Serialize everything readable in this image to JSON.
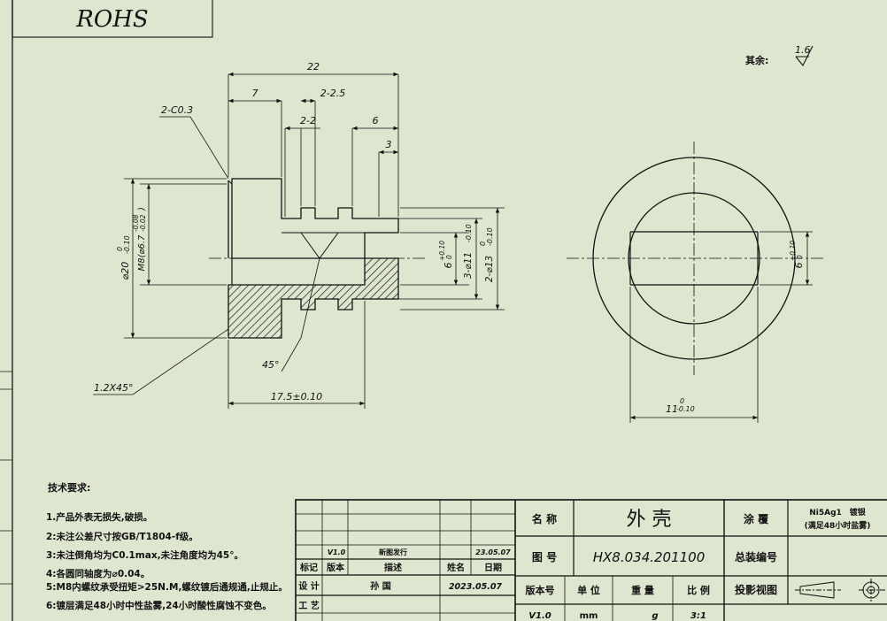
{
  "rohs": "ROHS",
  "surface_note": {
    "label": "其余:",
    "roughness": "1.6"
  },
  "dimensions": {
    "overall_length": "22",
    "seg_7": "7",
    "groove_2_2_5": "2-2.5",
    "groove_2_2": "2-2",
    "seg_6": "6",
    "seg_3": "3",
    "chamfer_c03": "2-C0.3",
    "dia_20": "⌀20",
    "dia_20_tol_upper": "0",
    "dia_20_tol_lower": "-0.10",
    "thread_m8": "M8(⌀6.7",
    "thread_m8_tol_upper": "-0.08",
    "thread_m8_tol_lower": "-0.02",
    "thread_m8_close": ")",
    "slot_6": "6",
    "slot_6_tol_upper": "+0.10",
    "slot_6_tol_lower": "0",
    "dia_11": "3-⌀11",
    "dia_11_tol": "-0.10",
    "dia_13": "2-⌀13",
    "dia_13_upper": "0",
    "dia_13_tol": "-0.10",
    "angle_45": "45°",
    "chamfer_12x45": "1.2X45°",
    "len_17_5": "17.5±0.10",
    "right_slot_6": "6",
    "right_slot_6_tol_upper": "+0.10",
    "right_slot_6_tol_lower": "0",
    "right_11": "11",
    "right_11_tol_upper": "0",
    "right_11_tol_lower": "-0.10"
  },
  "tech_requirements": {
    "title": "技术要求:",
    "items": [
      "1.产品外表无损失,破损。",
      "2:未注公差尺寸按GB/T1804-f级。",
      "3:未注倒角均为C0.1max,未注角度均为45°。",
      "4:各圆同轴度为⌀0.04。",
      "5:M8内螺纹承受扭矩>25N.M,螺纹镀后通规通,止规止。",
      "6:镀层满足48小时中性盐雾,24小时酸性腐蚀不变色。"
    ]
  },
  "title_block": {
    "revision_row": {
      "ver": "V1.0",
      "desc": "新图发行",
      "date": "23.05.07"
    },
    "rev_headers": [
      "标记",
      "版本",
      "描述",
      "姓名",
      "日期"
    ],
    "design_label": "设 计",
    "designer": "孙 国",
    "design_date": "2023.05.07",
    "process_label": "工 艺",
    "name_label": "名 称",
    "name_value": "外 壳",
    "drawing_no_label": "图 号",
    "drawing_no_value": "HX8.034.201100",
    "coating_label": "涂 覆",
    "coating_value_1": "Ni5Ag1　镀银",
    "coating_value_2": "(满足48小时盐雾)",
    "assembly_label": "总装编号",
    "projection_label": "投影视图",
    "bottom_headers": [
      "版本号",
      "单 位",
      "重 量",
      "比 例"
    ],
    "bottom_values": [
      "V1.0",
      "mm",
      "g",
      "3:1"
    ]
  }
}
